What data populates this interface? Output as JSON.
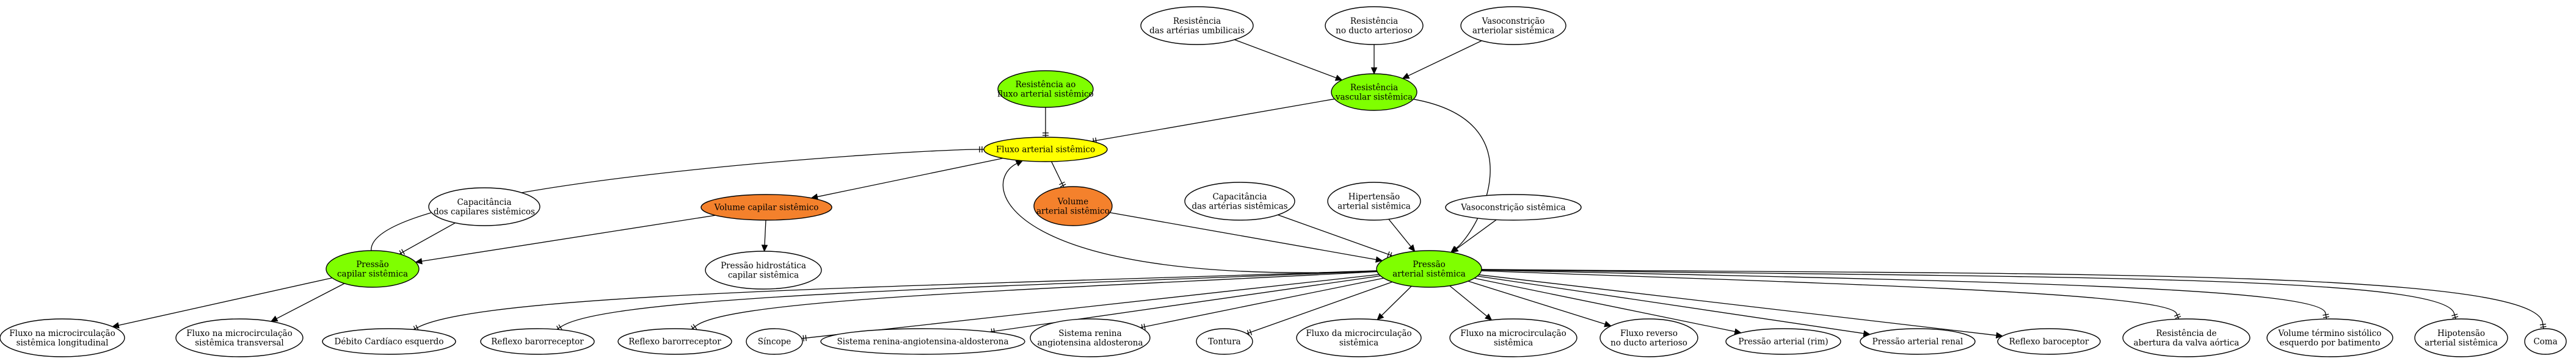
{
  "colors": {
    "green": "#7fff00",
    "yellow": "#ffff00",
    "orange": "#f4812c",
    "white": "#ffffff"
  },
  "nodes": [
    {
      "id": "res_umbil",
      "lines": [
        "Resistência",
        "das artérias umbilicais"
      ],
      "fill": "white"
    },
    {
      "id": "res_ducto",
      "lines": [
        "Resistência",
        "no ducto arterioso"
      ],
      "fill": "white"
    },
    {
      "id": "vasoc_arteriolar",
      "lines": [
        "Vasoconstrição",
        "arteriolar sistêmica"
      ],
      "fill": "white"
    },
    {
      "id": "res_fluxo",
      "lines": [
        "Resistência ao",
        "fluxo arterial sistêmico"
      ],
      "fill": "green"
    },
    {
      "id": "res_vasc",
      "lines": [
        "Resistência",
        "vascular sistêmica"
      ],
      "fill": "green"
    },
    {
      "id": "fluxo_art",
      "lines": [
        "Fluxo arterial sistêmico"
      ],
      "fill": "yellow"
    },
    {
      "id": "cap_capilares",
      "lines": [
        "Capacitância",
        "dos capilares sistêmicos"
      ],
      "fill": "white"
    },
    {
      "id": "vol_capilar",
      "lines": [
        "Volume capilar sistêmico"
      ],
      "fill": "orange"
    },
    {
      "id": "vol_arterial",
      "lines": [
        "Volume",
        "arterial sistêmico"
      ],
      "fill": "orange"
    },
    {
      "id": "cap_arterias",
      "lines": [
        "Capacitância",
        "das artérias sistêmicas"
      ],
      "fill": "white"
    },
    {
      "id": "hipertensao",
      "lines": [
        "Hipertensão",
        "arterial sistêmica"
      ],
      "fill": "white"
    },
    {
      "id": "vasoc_sist",
      "lines": [
        "Vasoconstrição sistêmica"
      ],
      "fill": "white"
    },
    {
      "id": "pressao_cap",
      "lines": [
        "Pressão",
        "capilar sistêmica"
      ],
      "fill": "green"
    },
    {
      "id": "pressao_hidro",
      "lines": [
        "Pressão hidrostática",
        "capilar sistêmica"
      ],
      "fill": "white"
    },
    {
      "id": "pressao_art",
      "lines": [
        "Pressão",
        "arterial sistêmica"
      ],
      "fill": "green"
    },
    {
      "id": "b1",
      "lines": [
        "Fluxo na microcirculação",
        "sistêmica longitudinal"
      ],
      "fill": "white"
    },
    {
      "id": "b2",
      "lines": [
        "Fluxo na microcirculação",
        "sistêmica transversal"
      ],
      "fill": "white"
    },
    {
      "id": "b3",
      "lines": [
        "Débito Cardíaco esquerdo"
      ],
      "fill": "white"
    },
    {
      "id": "b4",
      "lines": [
        "Reflexo barorreceptor"
      ],
      "fill": "white"
    },
    {
      "id": "b5",
      "lines": [
        "Reflexo barorreceptor"
      ],
      "fill": "white"
    },
    {
      "id": "b6",
      "lines": [
        "Síncope"
      ],
      "fill": "white"
    },
    {
      "id": "b7",
      "lines": [
        "Sistema renina-angiotensina-aldosterona"
      ],
      "fill": "white"
    },
    {
      "id": "b8",
      "lines": [
        "Sistema renina",
        "angiotensina aldosterona"
      ],
      "fill": "white"
    },
    {
      "id": "b9",
      "lines": [
        "Tontura"
      ],
      "fill": "white"
    },
    {
      "id": "b10",
      "lines": [
        "Fluxo da microcirculação",
        "sistêmica"
      ],
      "fill": "white"
    },
    {
      "id": "b11",
      "lines": [
        "Fluxo na microcirculação",
        "sistêmica"
      ],
      "fill": "white"
    },
    {
      "id": "b12",
      "lines": [
        "Fluxo reverso",
        "no ducto arterioso"
      ],
      "fill": "white"
    },
    {
      "id": "b13",
      "lines": [
        "Pressão arterial (rim)"
      ],
      "fill": "white"
    },
    {
      "id": "b14",
      "lines": [
        "Pressão arterial renal"
      ],
      "fill": "white"
    },
    {
      "id": "b15",
      "lines": [
        "Reflexo baroceptor"
      ],
      "fill": "white"
    },
    {
      "id": "b16",
      "lines": [
        "Resistência de",
        "abertura da valva aórtica"
      ],
      "fill": "white"
    },
    {
      "id": "b17",
      "lines": [
        "Volume término sistólico",
        "esquerdo por batimento"
      ],
      "fill": "white"
    },
    {
      "id": "b18",
      "lines": [
        "Hipotensão",
        "arterial sistêmica"
      ],
      "fill": "white"
    },
    {
      "id": "b19",
      "lines": [
        "Coma"
      ],
      "fill": "white"
    }
  ],
  "edges": [
    {
      "from": "res_umbil",
      "to": "res_vasc",
      "head": "arrow"
    },
    {
      "from": "res_ducto",
      "to": "res_vasc",
      "head": "arrow"
    },
    {
      "from": "vasoc_arteriolar",
      "to": "res_vasc",
      "head": "arrow"
    },
    {
      "from": "res_fluxo",
      "to": "fluxo_art",
      "head": "tee",
      "tail": "none"
    },
    {
      "from": "res_vasc",
      "to": "fluxo_art",
      "head": "tee"
    },
    {
      "from": "res_vasc",
      "to": "pressao_art",
      "head": "arrow"
    },
    {
      "from": "fluxo_art",
      "to": "vol_capilar",
      "head": "arrow"
    },
    {
      "from": "fluxo_art",
      "to": "vol_arterial",
      "head": "tee"
    },
    {
      "from": "pressao_cap",
      "to": "fluxo_art",
      "head": "tee"
    },
    {
      "from": "pressao_art",
      "to": "fluxo_art",
      "head": "arrow"
    },
    {
      "from": "cap_capilares",
      "to": "pressao_cap",
      "head": "tee"
    },
    {
      "from": "vol_capilar",
      "to": "pressao_cap",
      "head": "arrow"
    },
    {
      "from": "vol_capilar",
      "to": "pressao_hidro",
      "head": "arrow"
    },
    {
      "from": "vol_arterial",
      "to": "pressao_art",
      "head": "arrow"
    },
    {
      "from": "cap_arterias",
      "to": "pressao_art",
      "head": "tee"
    },
    {
      "from": "hipertensao",
      "to": "pressao_art",
      "head": "arrow"
    },
    {
      "from": "vasoc_sist",
      "to": "pressao_art",
      "head": "arrow"
    },
    {
      "from": "pressao_cap",
      "to": "b1",
      "head": "arrow"
    },
    {
      "from": "pressao_cap",
      "to": "b2",
      "head": "arrow"
    },
    {
      "from": "pressao_art",
      "to": "b3",
      "head": "tee"
    },
    {
      "from": "pressao_art",
      "to": "b4",
      "head": "tee"
    },
    {
      "from": "pressao_art",
      "to": "b5",
      "head": "tee"
    },
    {
      "from": "pressao_art",
      "to": "b6",
      "head": "tee"
    },
    {
      "from": "pressao_art",
      "to": "b7",
      "head": "tee"
    },
    {
      "from": "pressao_art",
      "to": "b8",
      "head": "tee"
    },
    {
      "from": "pressao_art",
      "to": "b9",
      "head": "tee"
    },
    {
      "from": "pressao_art",
      "to": "b10",
      "head": "arrow"
    },
    {
      "from": "pressao_art",
      "to": "b11",
      "head": "arrow"
    },
    {
      "from": "pressao_art",
      "to": "b12",
      "head": "arrow"
    },
    {
      "from": "pressao_art",
      "to": "b13",
      "head": "arrow"
    },
    {
      "from": "pressao_art",
      "to": "b14",
      "head": "arrow"
    },
    {
      "from": "pressao_art",
      "to": "b15",
      "head": "arrow"
    },
    {
      "from": "pressao_art",
      "to": "b16",
      "head": "tee"
    },
    {
      "from": "pressao_art",
      "to": "b17",
      "head": "tee"
    },
    {
      "from": "pressao_art",
      "to": "b18",
      "head": "tee"
    },
    {
      "from": "pressao_art",
      "to": "b19",
      "head": "tee"
    }
  ]
}
